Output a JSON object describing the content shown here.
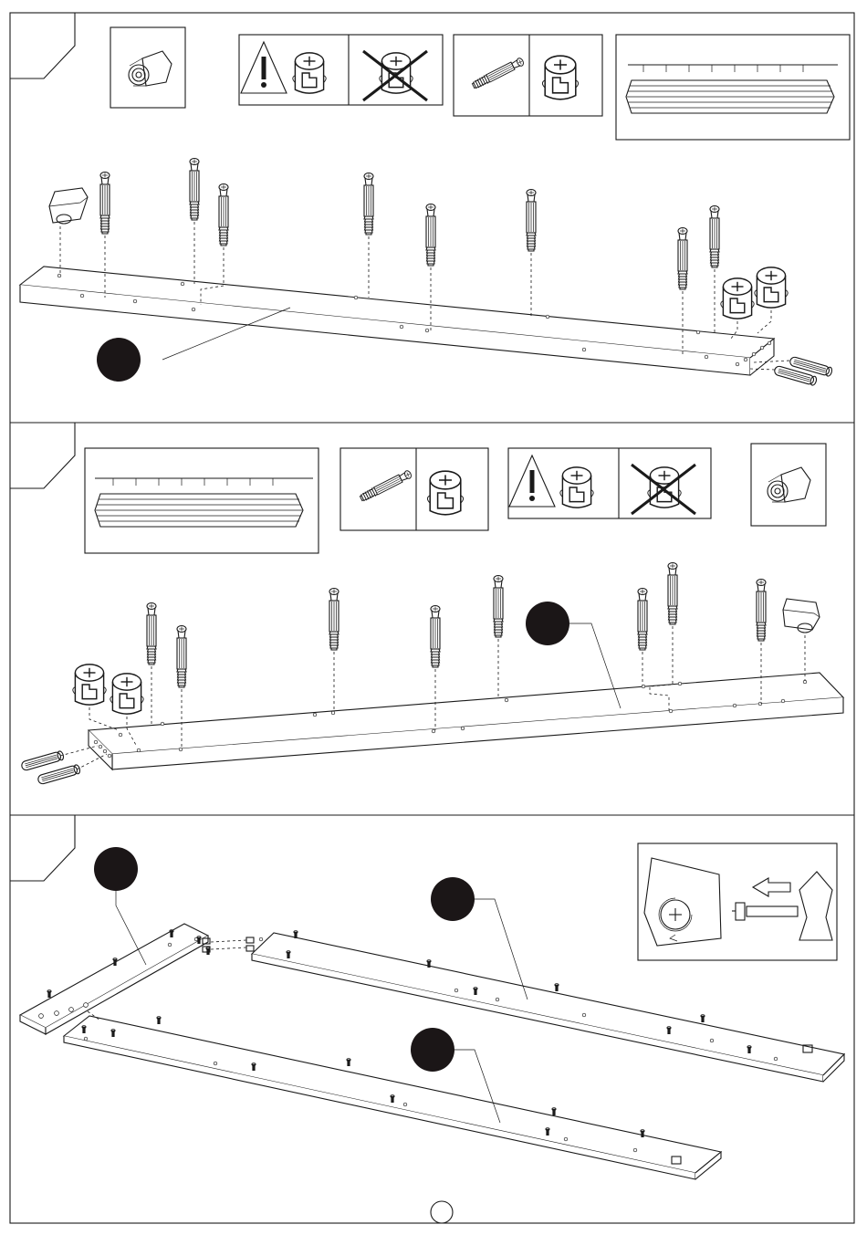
{
  "page": {
    "page_number": ""
  },
  "steps": [
    {
      "id": "step-1",
      "insets": [
        "cam-lock-detail",
        "warning-cam-orientation",
        "cam-bolt-and-cam",
        "dowel-detail"
      ],
      "part_marker": "",
      "hardware": {
        "cam_bolts": 8,
        "cam_locks": 3,
        "dowels": 2
      }
    },
    {
      "id": "step-2",
      "insets": [
        "dowel-detail",
        "cam-bolt-and-cam",
        "warning-cam-orientation",
        "cam-lock-detail"
      ],
      "part_marker": "",
      "hardware": {
        "cam_bolts": 8,
        "cam_locks": 3,
        "dowels": 2
      }
    },
    {
      "id": "step-3",
      "insets": [
        "cam-tighten-detail"
      ],
      "part_markers": [
        "",
        "",
        ""
      ]
    }
  ],
  "icons": {
    "warning": "warning-triangle-icon",
    "cross": "cross-out-icon",
    "arrow": "push-arrow-icon",
    "rotate": "rotate-clockwise-icon"
  },
  "colors": {
    "ink": "#1a1a1a",
    "marker": "#1b1617",
    "paper": "#ffffff"
  }
}
